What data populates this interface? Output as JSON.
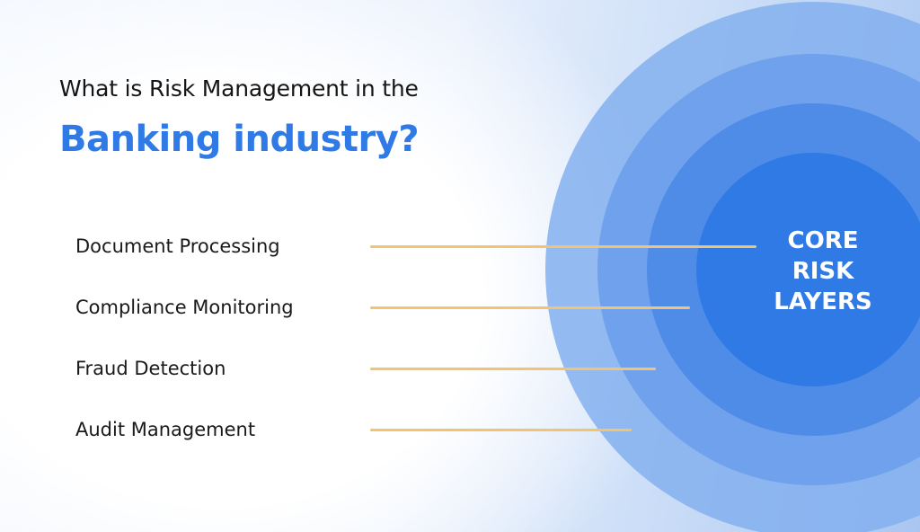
{
  "title": {
    "line1": "What is Risk Management in the",
    "line2": "Banking industry?"
  },
  "layers": [
    {
      "label": "Document Processing"
    },
    {
      "label": "Compliance Monitoring"
    },
    {
      "label": "Fraud Detection"
    },
    {
      "label": "Audit Management"
    }
  ],
  "core": {
    "line1": "CORE",
    "line2": "RISK",
    "line3": "LAYERS"
  },
  "colors": {
    "accent": "#2f7ae5",
    "connector": "#f2c471",
    "core_circle": "#2f7ae5"
  }
}
